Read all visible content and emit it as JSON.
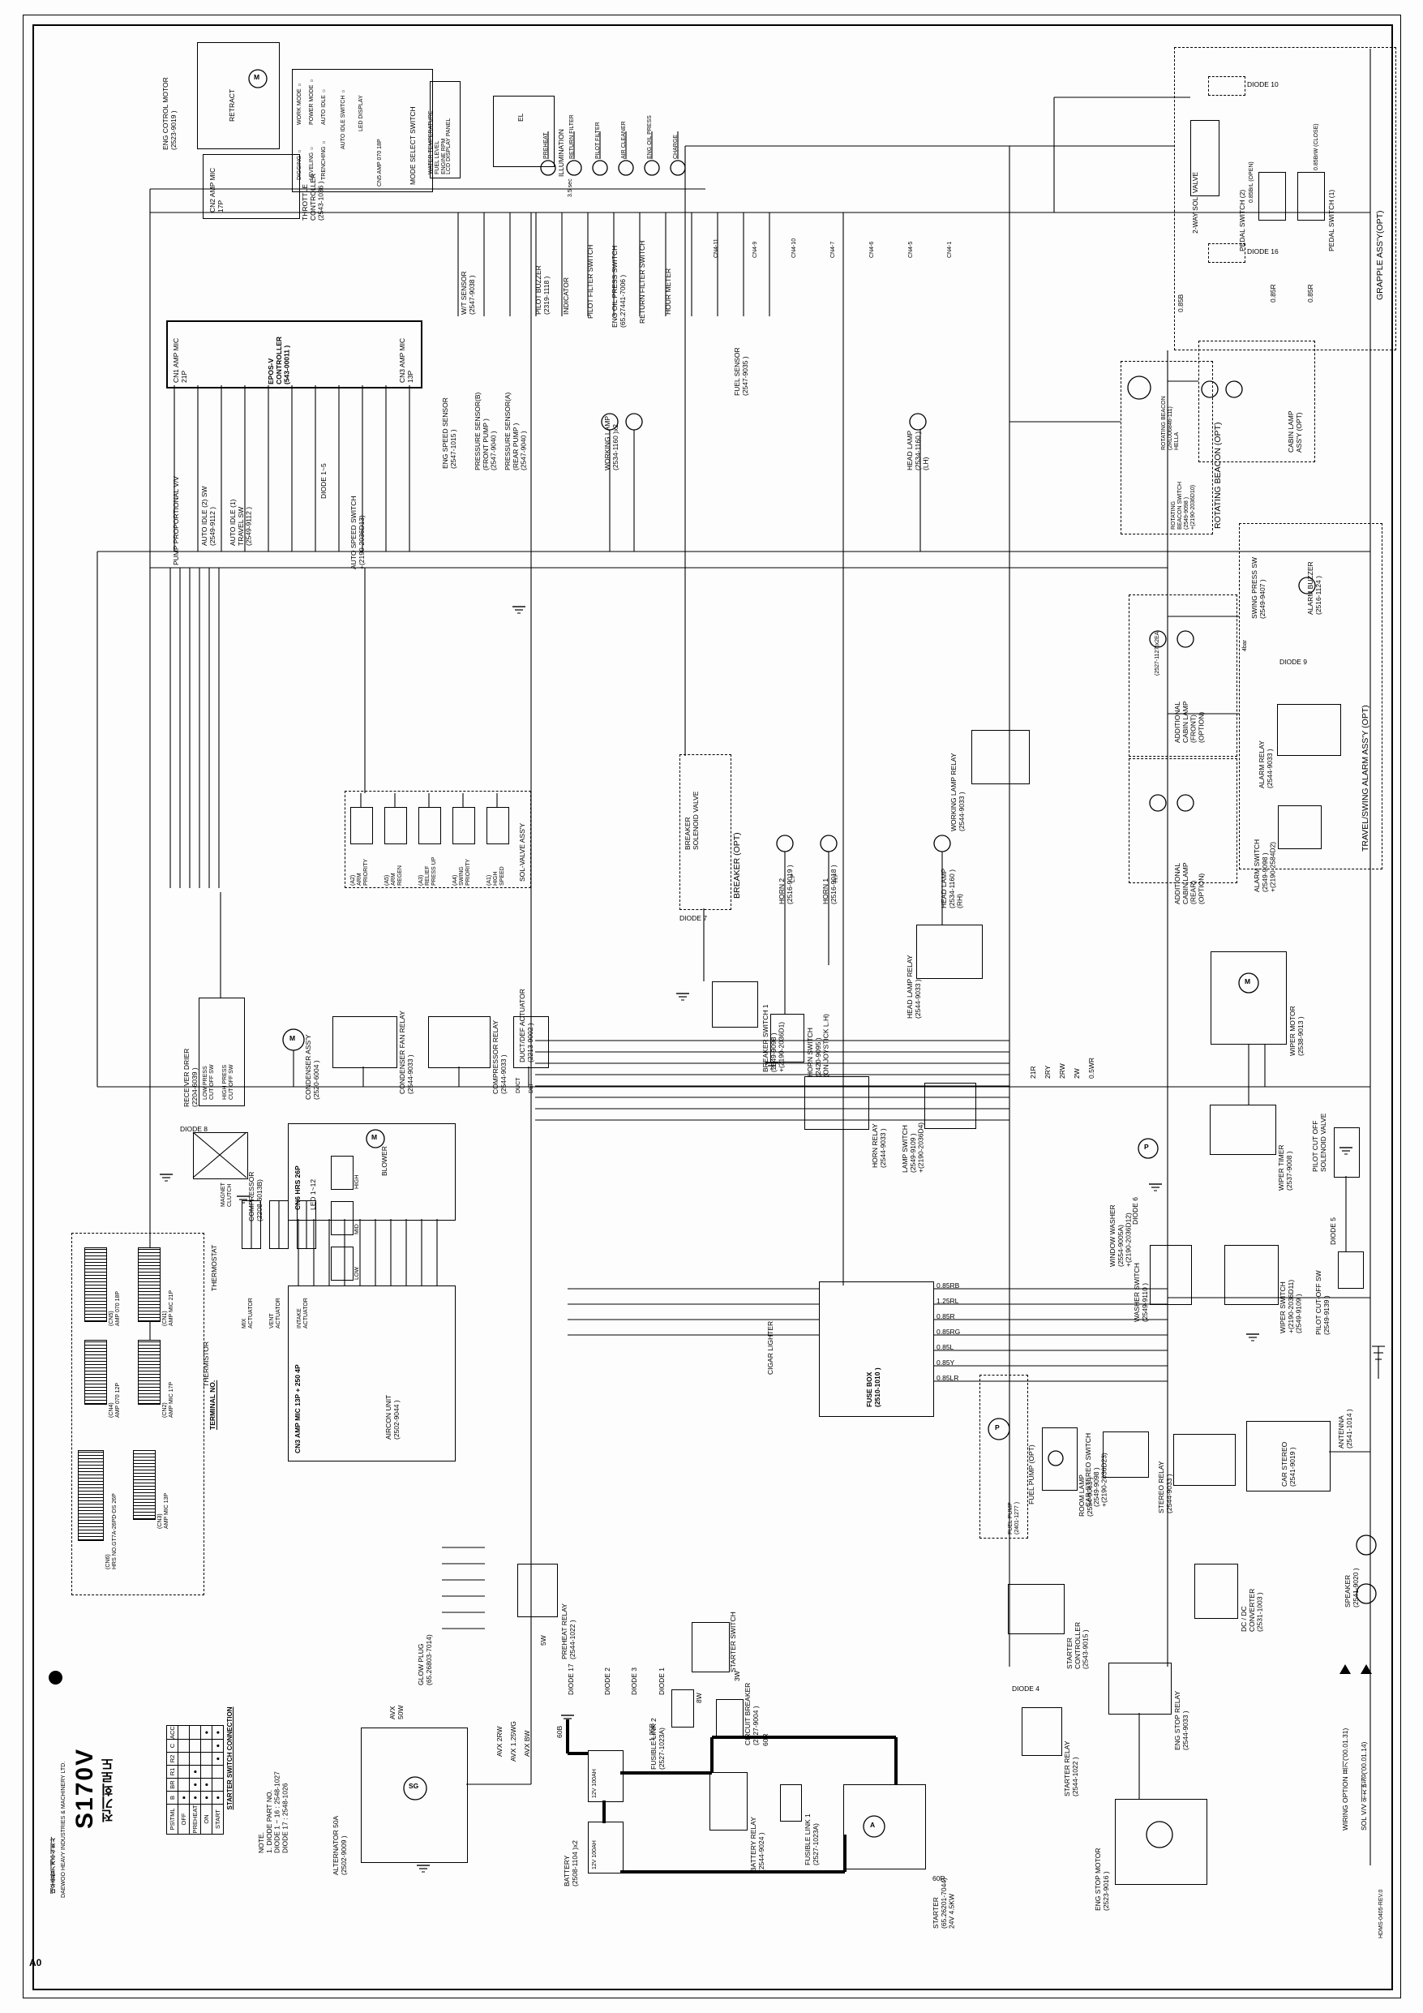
{
  "doc": {
    "model": "S170V",
    "title_ko": "전기회로도",
    "company_ko": "대우종합기계주식회사",
    "company_en": "DAEWOO HEAVY INDUSTRIES & MACHINERY LTD.",
    "sheet_size": "A0",
    "doc_no": "HDMS-0405-REV.0"
  },
  "note": "NOTE.\n1. DIODE PART NO.\n DIODE 1 ~ 16 : 2548-1027\n DIODE 17 : 2548-1026",
  "rev1": "SOL V/V 위치변경('00.01.14)",
  "rev2": "WIRING OPTION 표기('00.01.31)",
  "starter_switch": {
    "title": "STARTER SWITCH CONNECTION",
    "corner": "PS\\TML",
    "terminals": [
      "B",
      "BR",
      "R1",
      "R2",
      "C",
      "ACC"
    ],
    "rows": [
      {
        "name": "OFF",
        "dots": [
          "B"
        ]
      },
      {
        "name": "PREHEAT",
        "dots": [
          "B",
          "BR",
          "R1"
        ]
      },
      {
        "name": "ON",
        "dots": [
          "B",
          "BR",
          "ACC"
        ]
      },
      {
        "name": "START",
        "dots": [
          "B",
          "R2",
          "C",
          "ACC"
        ]
      }
    ]
  },
  "wires": [
    "0.85RB",
    "1.25RL",
    "0.85R",
    "0.85RG",
    "0.85L",
    "0.85Y",
    "0.85LR",
    "21R",
    "2RY",
    "2RW",
    "2W",
    "0.5WR",
    "0.85B",
    "0.85R",
    "0.85R",
    "1.25B",
    "60R",
    "60B",
    "60R",
    "AVX 2RW",
    "AVX 1.25WG",
    "AVX BW",
    "5W",
    "3W",
    "8W"
  ],
  "pins": [
    "CN4-11",
    "CN4-9",
    "CN4-10",
    "CN4-7",
    "CN4-6",
    "CN4-5",
    "CN4-1"
  ],
  "labels": {
    "em": "ENG COTROL MOTOR\n(2523-9019 )",
    "retract": "RETRACT",
    "tc": "THROTTLE CONTROLLER\n(2543-1036 )",
    "cn2": "CN2 AMP MIC 17P",
    "msw": "MODE SELECT SWITCH",
    "work": "WORK MODE ○",
    "power": "POWER MODE ○",
    "aidle": "AUTO IDLE ○",
    "dig": "DIGGING ○",
    "lev": "LEVELING ○",
    "tre": "TRENCHING ○",
    "aisw": "AUTO IDLE SWITCH ○",
    "led": "LED DISPLAY",
    "cn5amp": "CN5 AMP 070 18P",
    "lcd": "LCD DISPLAY PANEL",
    "lcditems": "WATER TEMPERATURE\nFUEL LEVEL\nENGINE RPM",
    "el": "EL",
    "illum": "ILLUMINATION",
    "sec": "3.5 sec",
    "lp1": "PREHEAT",
    "lp2": "RETURN FILTER",
    "lp3": "PILOT FILTER",
    "lp4": "AIR CLEANER",
    "lp5": "ENG OIL PRESS",
    "lp6": "CHARGE",
    "epos": "EPOS-V CONTROLLER\n(543-00011 )",
    "cn1": "CN1 AMP MIC 21P",
    "cn3": "CN3 AMP MIC 13P",
    "wt": "W/T SENSOR\n(2547-9038 )",
    "fuel": "FUEL SENSOR\n(2547-9035 )",
    "pbz": "PILOT BUZZER\n(2319-1118 )",
    "ind": "INDICATOR",
    "pfs": "PILOT FILTER SWITCH",
    "rfs": "RETURN FILTER SWITCH",
    "hm": "HOUR METER",
    "eops": "ENG OIL PRESS SWITCH\n(65.27441-7006 )",
    "ess": "ENG SPEED SENSOR\n(2547-1015 )",
    "psa": "PRESSURE SENSOR(A)\n(REAR PUMP )\n(2547-9040 )",
    "psb": "PRESSURE SENSOR(B)\n(FRONT PUMP )\n(2547-9040 )",
    "wl": "WORKING LAMP\n(2534-1160 )x2",
    "hll": "HEAD LAMP\n(2534-1160 )\n(LH)",
    "pump": "PUMP PROPORTIONAL V/V",
    "ai2": "AUTO IDLE (2) SW\n(2549-9112 )",
    "ai1": "AUTO IDLE (1)\nTRAVEL SW\n(2549-9112 )",
    "asw": "AUTO SPEED SWITCH\n+(2190-2036D13)",
    "d15": "DIODE 1~5",
    "sol": "SOL-VALVE ASS'Y",
    "a2": "(A2)\nARM\nPRIORITY",
    "a5": "(A5)\nARM\nREGEN",
    "a3": "(A3)\nRELIEF\nPRESS UP",
    "a4": "(A4)\nSWING\nPRIORITY",
    "a1": "(A1)\nHIGH\nSPEED",
    "bro": "BREAKER (OPT)",
    "brs": "BREAKER\nSOLENOID VALVE",
    "d7": "DIODE 7",
    "bsw": "BREAKER SWITCH 1\n(2549-9098 )\n+(2190-2036D1)",
    "h2": "HORN 2\n(2516-9019 )",
    "h1": "HORN 1\n(2516-9018 )",
    "lf": "L.F",
    "hf": "H.F",
    "hsw": "HORN SWITCH\n(2420-9095 )\n(ON JOYSTICK L.H)",
    "hlr": "HEAD LAMP\n(2534-1160 )\n(RH)",
    "hlrel": "HEAD LAMP RELAY\n(2544-9033 )",
    "wlrel": "WORKING LAMP RELAY\n(2544-9033 )",
    "hrel": "HORN RELAY\n(2544-9033 )",
    "lsw": "LAMP SWITCH\n(2549-9109 )\n+(2190-2036D4)",
    "ww": "WINDOW WASHER\n(2554-9005A)\n+(2190-2036D12)",
    "rd": "RECEIVER DRIER\n(2204-6039 )",
    "lps": "LOW PRESS\nCUT OFF SW",
    "hps": "HIGH PRESS\nCUT OFF SW",
    "d8": "DIODE 8",
    "cond": "CONDENSER ASS'Y\n(2520-6004 )",
    "cfr": "CONDENSER FAN RELAY\n(2544-9033 )",
    "cr": "COMPRESSOR RELAY\n(2544-9033 )",
    "ddef": "DUCT/DEF ACTUATOR\n(2213-9002 )",
    "duct": "DUCT",
    "def": "DEF",
    "comp": "COMPRESSOR\n(2208-6013B)",
    "mc": "MAGNET\nCLUTCH",
    "cn6hrs": "CN6 HRS 26P",
    "led12": "LED 1~12",
    "acu": "AIRCON UNIT\n(2502-9044 )",
    "cn3250": "CN3 AMP MIC 13P + 250 4P",
    "thermo": "THERMOSTAT",
    "thermi": "THERMISTOR",
    "mix": "MIX\nACTUATOR",
    "vent": "VENT\nACTUATOR",
    "intake": "INTAKE\nACTUATOR",
    "blower": "BLOWER",
    "hi": "HIGH",
    "md": "MID",
    "lo": "LOW",
    "fuse": "FUSE BOX\n(2510-1010 )",
    "cig": "CIGAR LIGHTER",
    "fpo": "FUEL PUMP (OPT)",
    "fp": "FUEL PUMP\n(2401-1277 )",
    "rl": "ROOM LAMP\n(2534-9063 )",
    "cssw": "CAR STEREO SWITCH\n(2549-9098 )\n+(2190-2036D23)",
    "srel": "STEREO RELAY\n(2544-9033 )",
    "cs": "CAR STEREO\n(2541-9019 )",
    "ant": "ANTENNA\n(2541-1014 )",
    "spk": "SPEAKER\n(2541-9020 )",
    "dc": "DC / DC\nCONVERTER\n(2531-1003 )",
    "wm": "WIPER MOTOR\n(2538-9013 )",
    "wtm": "WIPER TIMER\n(2537-9008 )",
    "pcs": "PILOT CUT OFF\nSOLENOID VALVE",
    "d5": "DIODE 5",
    "pcsw": "PILOT CUT-OFF SW\n(2549-9139 )",
    "wsw": "WIPER SWITCH\n+(2190-2036D11)\n(2549-9109 )",
    "washsw": "WASHER SWITCH\n(2549-9110 )",
    "d6": "DIODE 6",
    "ts": "TRAVEL/SWING ALARM ASS'Y (OPT)",
    "ab": "ALARM BUZZER\n(2516-1124 )",
    "sps": "SWING PRESS SW\n(2549-9407 )",
    "bar": "4bar",
    "d9": "DIODE 9",
    "arel": "ALARM RELAY\n(2544-9033 )",
    "aswit": "ALARM SWITCH\n(2549-9098 )\n+(2190-2584D2)",
    "acf": "ADDITIONAL\nCABIN LAMP\n(FRONT)\n(OPTION)",
    "acr": "ADDITIONAL\nCABIN LAMP\n(REAR)\n(OPTION)",
    "l2127": "(2527-1127)x2EA",
    "cla": "CABIN LAMP\nASS'Y (OPT)",
    "rbo": "ROTATING BEACON (OPT)",
    "rb": "ROTATING BEACON\n(2RL006846-111)\nHELLA",
    "rbs": "ROTATING\nBEACON SWITCH\n(2549-9098 )\n+(2190-2036D10)",
    "gr": "GRAPPLE ASS'Y(OPT)",
    "tw": "2-WAY SOL. VALVE",
    "d10": "DIODE 10",
    "d16": "DIODE 16",
    "ped1": "PEDAL SWITCH (1)",
    "ped2": "PEDAL SWITCH (2)",
    "opn": "0.85BrL (OPEN)",
    "cls": "0.85BrW (CLOSE)",
    "glow": "GLOW PLUG\n(65.26803-7014)",
    "phr": "PREHEAT RELAY\n(2544-1022 )",
    "ssw": "STARTER SWITCH",
    "cb": "CIRCUIT BREAKER\n(2527-9004 )",
    "br": "BATTERY RELAY\n(2544-9024 )",
    "fl1": "FUSIBLE LINK 1\n(2527-1023A)",
    "fl2": "FUSIBLE LINK 2\n(2527-1023A)",
    "batt": "BATTERY\n(2508-1104 )x2",
    "v121": "12V 100AH",
    "v122": "12V 100AH",
    "alt": "ALTERNATOR 50A\n(2502-9009 )",
    "str": "STARTER\n(65.26201-7044)\n24V 4.5KW",
    "strel": "STARTER RELAY\n(2544-1022 )",
    "d4": "DIODE 4",
    "sctl": "STARTER\nCONTROLLER\n(2543-9015 )",
    "esr": "ENG STOP RELAY\n(2544-9033 )",
    "esm": "ENG STOP MOTOR\n(2523-9016 )",
    "d17": "DIODE 17",
    "d2": "DIODE 2",
    "d3": "DIODE 3",
    "d1": "DIODE 1",
    "avx": "AVX\n50W",
    "tn": "TERMINAL NO.",
    "tcn1": "(CN1)\nAMP MIC 21P",
    "tcn2": "(CN2)\nAMP MIC 17P",
    "tcn3": "(CN3)\nAMP MIC 13P",
    "tcn4": "(CN4)\nAMP 070 12P",
    "tcn5": "(CN5)\nAMP 070 18P",
    "tcn6": "(CN6)\nHRS NO.GT7A-26PD-DS 26P",
    "m0": "M",
    "m1": "M",
    "m2": "M",
    "m3": "M",
    "sg": "SG",
    "aamp": "A",
    "p1": "P",
    "p2": "P"
  }
}
